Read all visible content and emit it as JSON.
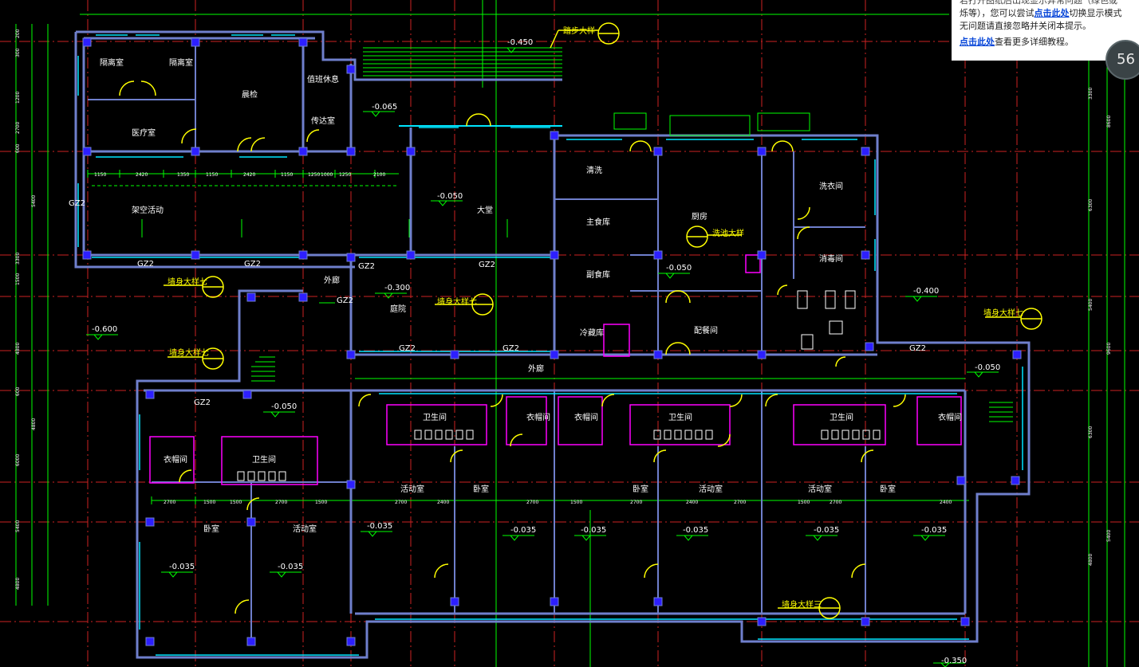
{
  "colors": {
    "background": "#000000",
    "wall": "#6f7fcc",
    "column": "#2d1fff",
    "grid_axis": "#cc2222",
    "dimension": "#00ff00",
    "window": "#00e5ff",
    "door": "#ffff00",
    "label": "#ffffff",
    "partition": "#ff00ff"
  },
  "notice": {
    "line1": "若打开图纸后出现显示异常问题（绿色或",
    "line2_pre": "烁等），您可以尝试",
    "line2_link": "点击此处",
    "line2_post": "切换显示模式",
    "line3": "无问题请直接忽略并关闭本提示。",
    "line4_link": "点击此处",
    "line4_post": "查看更多详细教程。"
  },
  "zoom": {
    "value": "56"
  },
  "rooms": {
    "isolation_1": "隔离室",
    "isolation_2": "隔离室",
    "morning_check": "晨检",
    "clinic": "医疗室",
    "duty": "值班休息",
    "reception": "传达室",
    "outdoor_activity": "架空活动",
    "hall": "大堂",
    "washing": "清洗",
    "staple_store": "主食库",
    "non_staple_store": "副食库",
    "cold_store": "冷藏库",
    "kitchen": "厨房",
    "serving": "配餐间",
    "laundry": "洗衣间",
    "disinfection": "消毒间",
    "outer_corridor_1": "外廊",
    "courtyard": "庭院",
    "outer_corridor_2": "外廊",
    "cloak_1": "衣帽间",
    "toilet_1": "卫生间",
    "bedroom_1": "卧室",
    "activity_1": "活动室",
    "toilet_2": "卫生间",
    "cloak_2": "衣帽间",
    "cloak_3": "衣帽间",
    "toilet_3": "卫生间",
    "toilet_4": "卫生间",
    "cloak_4": "衣帽间",
    "activity_2": "活动室",
    "bedroom_2": "卧室",
    "bedroom_3": "卧室",
    "activity_3": "活动室",
    "activity_4": "活动室",
    "bedroom_4": "卧室"
  },
  "elevations": [
    "-0.450",
    "-0.065",
    "-0.050",
    "-0.050",
    "-0.300",
    "-0.600",
    "-0.050",
    "-0.400",
    "-0.050",
    "-0.035",
    "-0.035",
    "-0.035",
    "-0.035",
    "-0.035",
    "-0.035",
    "-0.035",
    "-0.035",
    "-0.350"
  ],
  "details": {
    "stair": "踏步大样",
    "wall_a": "墙身大样七",
    "wall_b": "墙身大样七",
    "wall_c": "墙身大样七",
    "wall_d": "墙身大样七",
    "wall_e": "墙身大样三",
    "sink": "洗池大样"
  },
  "column_tags": [
    "GZ2",
    "GZ2",
    "GZ2",
    "GZ2",
    "GZ2",
    "GZ2",
    "GZ2",
    "GZ2",
    "GZ2",
    "GZ2"
  ],
  "dims_top": [
    "1150",
    "2420",
    "1350",
    "1150",
    "2420",
    "1150",
    "1250",
    "1000",
    "1250",
    "2100"
  ],
  "dims_mid": [
    "2700",
    "1500",
    "1500",
    "2700",
    "1500",
    "2700",
    "2400",
    "2700",
    "1500",
    "2700",
    "2400",
    "2700",
    "1500",
    "2700",
    "2400"
  ],
  "dims_left": [
    "200",
    "300",
    "1200",
    "2700",
    "600",
    "3300",
    "1500",
    "4800",
    "600",
    "6000",
    "5400",
    "4800",
    "5400",
    "4800"
  ],
  "dims_right": [
    "3300",
    "6300",
    "5400",
    "6300",
    "4800",
    "9600",
    "8600",
    "5400"
  ]
}
